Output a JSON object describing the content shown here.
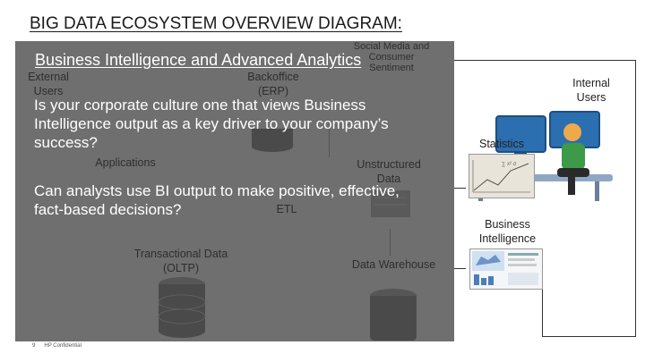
{
  "slide": {
    "title": "BIG DATA ECOSYSTEM OVERVIEW DIAGRAM:",
    "heading": "Business Intelligence and Advanced Analytics",
    "question_1": "Is your corporate culture one that views Business Intelligence output as a key driver to your company’s success?",
    "question_2": "Can analysts use BI output to make positive, effective, fact-based decisions?",
    "footer": {
      "page_number": "9",
      "confidential": "HP Confidential"
    }
  },
  "diagram": {
    "external_users": "External Users",
    "backoffice": "Backoffice (ERP)",
    "social_sentiment": "Social Media and Consumer Sentiment",
    "applications": "Applications",
    "unstructured": "Unstructured Data",
    "etl": "ETL",
    "transactional": "Transactional Data (OLTP)",
    "warehouse": "Data Warehouse",
    "internal_users": "Internal Users",
    "statistics": "Statistics",
    "business_intelligence": "Business Intelligence"
  },
  "colors": {
    "overlay": "#6f6f6f",
    "heading_text": "#ffffff",
    "connector": "#333333"
  }
}
